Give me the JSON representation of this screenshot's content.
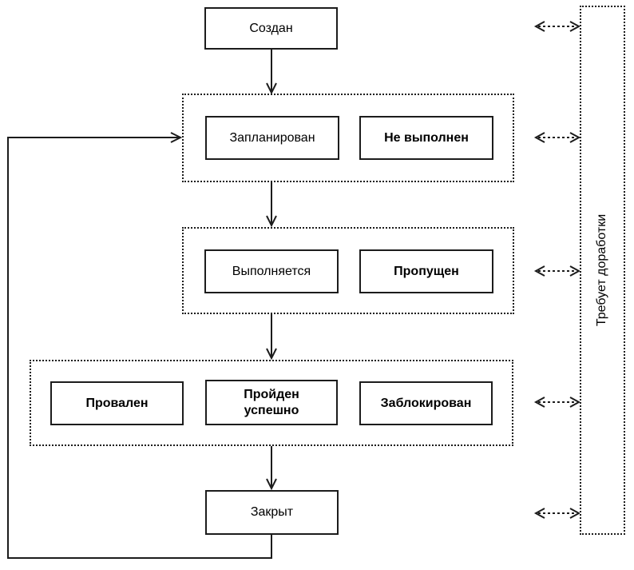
{
  "diagram": {
    "kind": "state-transition-flowchart",
    "colors": {
      "line": "#1c1c1c",
      "background": "#ffffff",
      "box_fill": "#ffffff"
    },
    "nodes": {
      "created": {
        "label": "Создан",
        "bold": false
      },
      "planned": {
        "label": "Запланирован",
        "bold": false
      },
      "not_executed": {
        "label": "Не выполнен",
        "bold": true
      },
      "in_progress": {
        "label": "Выполняется",
        "bold": false
      },
      "skipped": {
        "label": "Пропущен",
        "bold": true
      },
      "failed": {
        "label": "Провален",
        "bold": true
      },
      "passed": {
        "label": "Пройден\nуспешно",
        "bold": true
      },
      "blocked": {
        "label": "Заблокирован",
        "bold": true
      },
      "closed": {
        "label": "Закрыт",
        "bold": false
      },
      "rework": {
        "label": "Требует доработки",
        "bold": false
      }
    },
    "edges": [
      {
        "from": "created",
        "to": "group-scheduled",
        "style": "solid-arrow"
      },
      {
        "from": "group-scheduled",
        "to": "group-running",
        "style": "solid-arrow"
      },
      {
        "from": "group-running",
        "to": "group-result",
        "style": "solid-arrow"
      },
      {
        "from": "group-result",
        "to": "closed",
        "style": "solid-arrow"
      },
      {
        "from": "closed",
        "to": "group-scheduled",
        "style": "solid-arrow-loop-left"
      },
      {
        "from": "created-level",
        "to": "rework",
        "style": "dashed-double-arrow"
      },
      {
        "from": "scheduled-level",
        "to": "rework",
        "style": "dashed-double-arrow"
      },
      {
        "from": "running-level",
        "to": "rework",
        "style": "dashed-double-arrow"
      },
      {
        "from": "result-level",
        "to": "rework",
        "style": "dashed-double-arrow"
      },
      {
        "from": "closed-level",
        "to": "rework",
        "style": "dashed-double-arrow"
      }
    ]
  }
}
